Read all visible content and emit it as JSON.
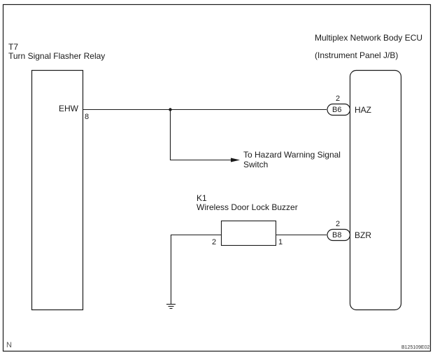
{
  "diagram": {
    "components": {
      "relay": {
        "code": "T7",
        "name": "Turn Signal Flasher Relay",
        "terminal_name": "EHW",
        "terminal_pin": "8"
      },
      "ecu": {
        "name": "Multiplex Network Body ECU",
        "subtitle": "(Instrument Panel J/B)",
        "terminals": [
          {
            "connector": "B6",
            "pin": "2",
            "name": "HAZ"
          },
          {
            "connector": "B8",
            "pin": "2",
            "name": "BZR"
          }
        ]
      },
      "buzzer": {
        "code": "K1",
        "name": "Wireless Door Lock Buzzer",
        "pin_left": "2",
        "pin_right": "1"
      }
    },
    "branch_label_line1": "To Hazard Warning Signal",
    "branch_label_line2": "Switch",
    "corner_mark": "N",
    "figure_id": "B125109E02",
    "colors": {
      "line": "#1a1a1a",
      "background": "#ffffff"
    }
  }
}
